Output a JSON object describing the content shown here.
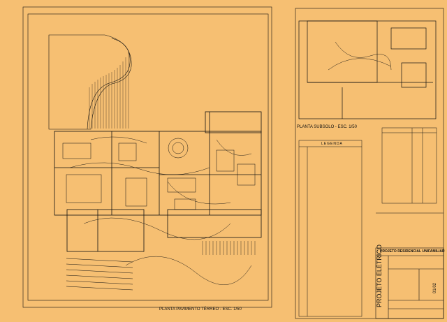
{
  "drawing": {
    "ground_floor_title": "PLANTA PAVIMENTO TÉRREO - ESC. 1/50",
    "basement_title": "PLANTA SUBSOLO - ESC. 1/50",
    "legend_title": "LEGENDA",
    "colors": {
      "paper": "#f6bf72",
      "ink": "#111111"
    }
  },
  "title_block": {
    "project_name": "PROJETO RESIDENCIAL UNIFAMILIAR",
    "discipline": "PROJETO ELÉTRICO",
    "sheet_code": "01/02"
  }
}
